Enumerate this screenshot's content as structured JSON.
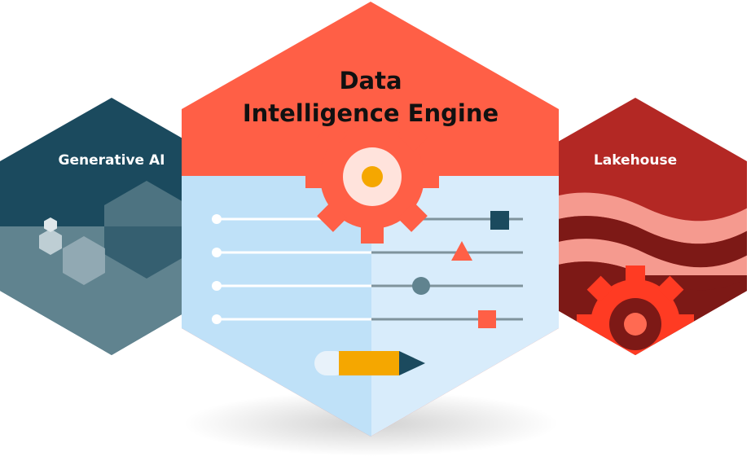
{
  "center": {
    "title_line1": "Data",
    "title_line2": "Intelligence Engine"
  },
  "left": {
    "label": "Generative AI"
  },
  "right": {
    "label": "Lakehouse"
  },
  "icons": [
    "gear-icon",
    "pencil-icon",
    "slider-icon",
    "square-marker-icon",
    "triangle-marker-icon",
    "circle-marker-icon"
  ],
  "colors": {
    "center_top": "#ff5f46",
    "center_bottom": "#bfe1f8",
    "center_bottom_right": "#d8ecfb",
    "left_dark": "#1b4a5e",
    "left_light": "#60838f",
    "right_red": "#b32824",
    "right_dark": "#7d1916",
    "right_pink": "#f59a8f",
    "gear_red": "#ff3b23"
  }
}
